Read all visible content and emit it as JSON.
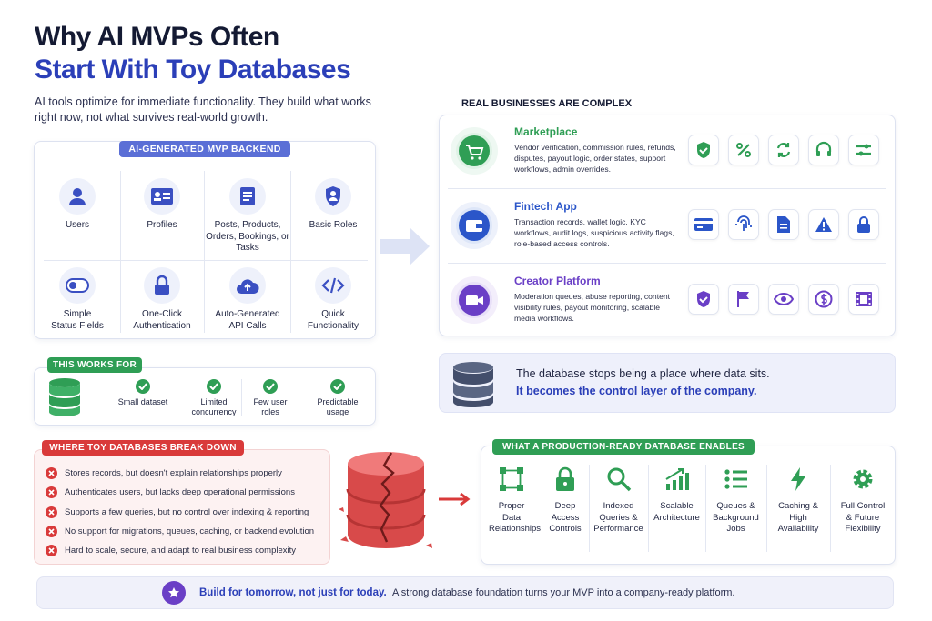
{
  "title_line1": "Why AI MVPs Often",
  "title_line2": "Start With Toy Databases",
  "subtitle": "AI tools optimize for immediate functionality. They build what works right now, not what survives real-world growth.",
  "backend": {
    "label": "AI-GENERATED MVP BACKEND",
    "items": [
      {
        "label": "Users",
        "icon": "user-icon"
      },
      {
        "label": "Profiles",
        "icon": "id-card-icon"
      },
      {
        "label": "Posts, Products, Orders, Bookings, or Tasks",
        "icon": "document-icon"
      },
      {
        "label": "Basic Roles",
        "icon": "shield-user-icon"
      },
      {
        "label": "Simple Status Fields",
        "icon": "toggle-icon"
      },
      {
        "label": "One-Click Authentication",
        "icon": "lock-icon"
      },
      {
        "label": "Auto-Generated API Calls",
        "icon": "cloud-upload-icon"
      },
      {
        "label": "Quick Functionality",
        "icon": "code-icon"
      }
    ]
  },
  "works_for": {
    "label": "THIS WORKS FOR",
    "items": [
      "Small dataset",
      "Limited concurrency",
      "Few user roles",
      "Predictable usage"
    ]
  },
  "break_down": {
    "label": "WHERE TOY DATABASES BREAK DOWN",
    "items": [
      "Stores records, but doesn't explain relationships properly",
      "Authenticates users, but lacks deep operational permissions",
      "Supports a few queries, but no control over indexing & reporting",
      "No support for migrations, queues, caching, or backend evolution",
      "Hard to scale, secure, and adapt to real business complexity"
    ]
  },
  "complex": {
    "label": "REAL BUSINESSES ARE COMPLEX",
    "items": [
      {
        "title": "Marketplace",
        "desc": "Vendor verification, commission rules, refunds, disputes, payout logic, order states, support workflows, admin overrides.",
        "color": "#2f9e55",
        "icons": [
          "shield-check-icon",
          "percent-icon",
          "refresh-icon",
          "headset-icon",
          "sliders-icon"
        ]
      },
      {
        "title": "Fintech App",
        "desc": "Transaction records, wallet logic, KYC workflows, audit logs, suspicious activity flags, role-based access controls.",
        "color": "#2b56c9",
        "icons": [
          "credit-card-icon",
          "fingerprint-icon",
          "file-icon",
          "warning-icon",
          "lock-icon"
        ]
      },
      {
        "title": "Creator Platform",
        "desc": "Moderation queues, abuse reporting, content visibility rules, payout monitoring, scalable media workflows.",
        "color": "#6a3fc6",
        "icons": [
          "shield-check-icon",
          "flag-icon",
          "eye-icon",
          "dollar-icon",
          "film-icon"
        ]
      }
    ]
  },
  "control": {
    "line1": "The database stops being a place where data sits.",
    "line2": "It becomes the control layer of the company."
  },
  "enables": {
    "label": "WHAT A PRODUCTION-READY DATABASE ENABLES",
    "items": [
      {
        "label": "Proper Data Relationships",
        "icon": "nodes-icon"
      },
      {
        "label": "Deep Access Controls",
        "icon": "lock-icon"
      },
      {
        "label": "Indexed Queries & Performance",
        "icon": "search-icon"
      },
      {
        "label": "Scalable Architecture",
        "icon": "growth-chart-icon"
      },
      {
        "label": "Queues & Background Jobs",
        "icon": "list-icon"
      },
      {
        "label": "Caching & High Availability",
        "icon": "bolt-icon"
      },
      {
        "label": "Full Control & Future Flexibility",
        "icon": "gear-icon"
      }
    ]
  },
  "footer": {
    "bold": "Build for tomorrow, not just for today.",
    "text": "A strong database foundation turns your MVP into a company-ready platform."
  },
  "colors": {
    "navy": "#141a33",
    "blue": "#2b3fb8",
    "green": "#2f9e55",
    "red": "#d93a3a",
    "purple": "#6a3fc6"
  }
}
